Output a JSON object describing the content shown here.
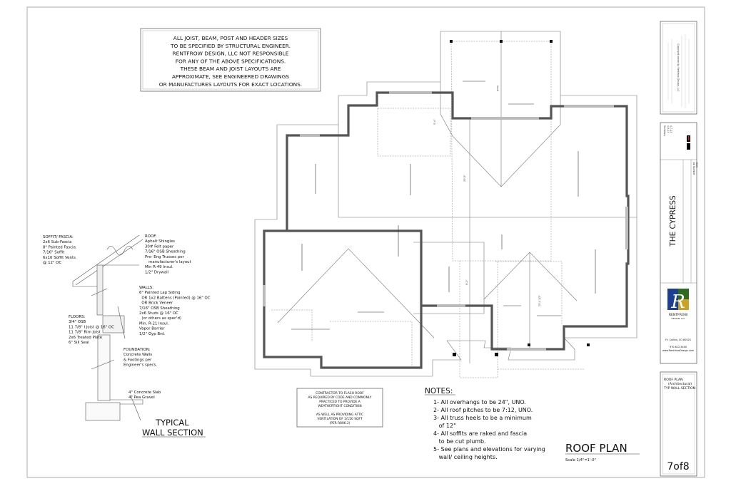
{
  "general_note": {
    "lines": [
      "ALL JOIST, BEAM, POST AND HEADER SIZES",
      "TO BE SPECIFIED BY STRUCTURAL ENGINEER.",
      "RENTFROW DESIGN, LLC NOT RESPONSIBLE",
      "FOR ANY OF THE ABOVE SPECIFICATIONS.",
      "THESE BEAM AND JOIST LAYOUTS ARE",
      "APPROXIMATE, SEE ENGINEERED DRAWINGS",
      "OR MANUFACTURES LAYOUTS FOR EXACT LOCATIONS."
    ]
  },
  "wall_section": {
    "title_line1": "TYPICAL",
    "title_line2": "WALL SECTION",
    "soffit": {
      "heading": "SOFFIT/ FASCIA:",
      "lines": [
        "2x6 Sub-Fascia",
        "8\" Painted Fascia",
        "7/16\" Soffit",
        "6x16 Soffit Vents",
        "@ 12\" OC"
      ]
    },
    "roof": {
      "heading": "ROOF:",
      "lines": [
        "Aphalt Shingles",
        "30# Felt paper",
        "7/16\" OSB Sheathing",
        "Pre- Eng Trusses per",
        "   manufacturer's layout",
        "Min R-49 Insul.",
        "1/2\" Drywall"
      ]
    },
    "walls": {
      "heading": "WALLS:",
      "lines": [
        "6\" Painted Lap Siding",
        "  OR 1x2 Battens (Painted) @ 16\" OC",
        "  OR Brick Veneer",
        "7/16\" OSB Sheathing",
        "2x6 Studs @ 16\" OC",
        "  (or others as spec'd)",
        "Min. R-21 Insul.",
        "Vapor Barrier",
        "1/2\" Gyp Brd."
      ]
    },
    "floors": {
      "heading": "FLOORS:",
      "lines": [
        "3/4\" OSB",
        "11 7/8\" I Joist @ 16\" OC",
        "11 7/8\" Rim Joist",
        "2x6 Treated Plate",
        "6\" Sill Seal"
      ]
    },
    "foundation": {
      "heading": "FOUNDATION:",
      "lines": [
        "Concrete Walls",
        "& Footings per",
        "Engineer's specs."
      ]
    },
    "slab": {
      "lines": [
        "4\" Concrete Slab",
        "4\" Pea Gravel"
      ]
    }
  },
  "flash_note": {
    "lines": [
      "CONTRACTOR TO FLASH ROOF",
      "AS REQUIRED BY CODE AND COMMONLY",
      "PRACTICED TO PROVIDE A",
      "WEATHERTIGHT CONDITION",
      "",
      "AS WELL AS PROVIDING ATTIC",
      "VENTILATION OF 1/150 SQFT",
      "(PER R806.2)"
    ]
  },
  "notes": {
    "heading": "NOTES:",
    "lines": [
      "1- All overhangs to be 24\", UNO.",
      "2- All roof pitches to be 7:12, UNO.",
      "3- All truss heels to be a minimum",
      "   of 12\"",
      "4- All soffits are raked and fascia",
      "   to be cut plumb.",
      "5- See plans and elevations for varying",
      "   wall/ ceiling heights."
    ]
  },
  "plan": {
    "title": "ROOF PLAN",
    "scale": "Scale 1/4\"=1'-0\"",
    "labels": {
      "vault": "Vault",
      "dim1": "25'-0\"",
      "dim2": "5'-4\"",
      "dim3": "8'-2\"",
      "dim4": "15'-4 1/2\""
    }
  },
  "title_block": {
    "copyright": "Copyright owned by Rentfrow Design, LLC",
    "revisions_label": "Revisions",
    "revisions": [
      "4-6-23",
      "4-7-23"
    ],
    "job_label": "Job Number",
    "job_number": "4536",
    "project_name": "THE CYPRESS",
    "company_line1": "RENTFROW",
    "company_line2": "DESIGN, LLC",
    "city": "Ft. Collins, CO 80525",
    "phone": "970-612-5400",
    "website": "www.RentfrowDesign.com",
    "logo_colors": {
      "blue": "#1c3f94",
      "green": "#2f6b1e",
      "gold": "#c9a227"
    },
    "sheet_description": [
      "ROOF PLAN",
      "(Architectural)",
      "TYP WALL SECTION"
    ],
    "sheet_number": "7of8"
  }
}
